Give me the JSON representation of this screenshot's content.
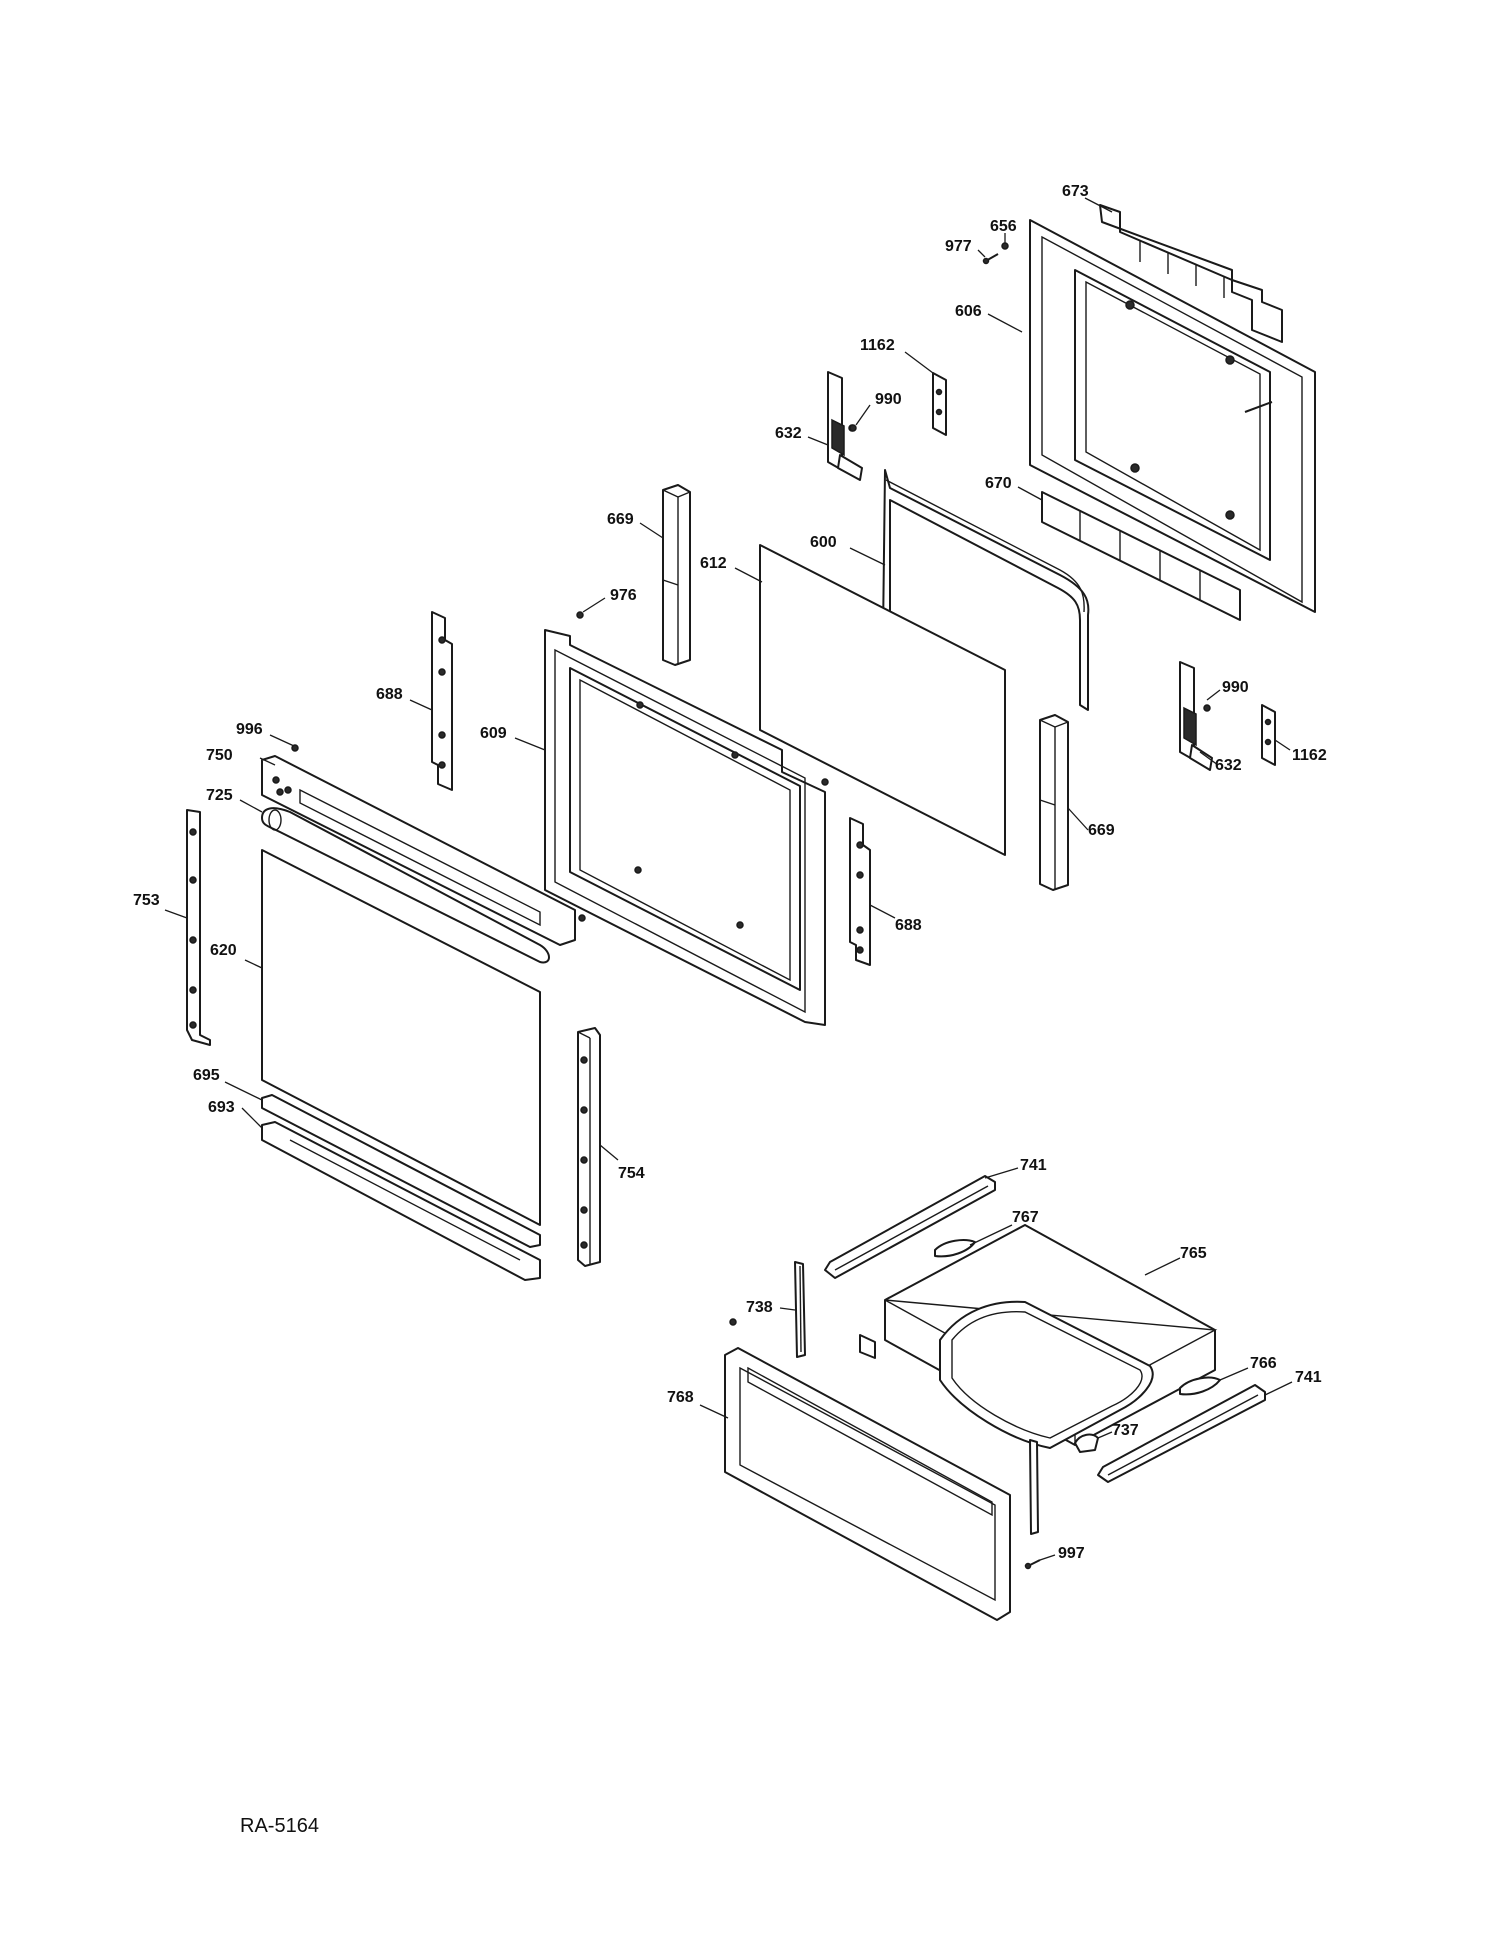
{
  "diagram": {
    "drawing_code": "RA-5164",
    "callouts": [
      {
        "id": "c673a",
        "label": "673"
      },
      {
        "id": "c656",
        "label": "656"
      },
      {
        "id": "c977",
        "label": "977"
      },
      {
        "id": "c606",
        "label": "606"
      },
      {
        "id": "c1162a",
        "label": "1162"
      },
      {
        "id": "c990a",
        "label": "990"
      },
      {
        "id": "c632a",
        "label": "632"
      },
      {
        "id": "c670",
        "label": "670"
      },
      {
        "id": "c669a",
        "label": "669"
      },
      {
        "id": "c600",
        "label": "600"
      },
      {
        "id": "c612",
        "label": "612"
      },
      {
        "id": "c976",
        "label": "976"
      },
      {
        "id": "c688a",
        "label": "688"
      },
      {
        "id": "c996",
        "label": "996"
      },
      {
        "id": "c750",
        "label": "750"
      },
      {
        "id": "c609",
        "label": "609"
      },
      {
        "id": "c725",
        "label": "725"
      },
      {
        "id": "c753",
        "label": "753"
      },
      {
        "id": "c620",
        "label": "620"
      },
      {
        "id": "c669b",
        "label": "669"
      },
      {
        "id": "c688b",
        "label": "688"
      },
      {
        "id": "c990b",
        "label": "990"
      },
      {
        "id": "c632b",
        "label": "632"
      },
      {
        "id": "c1162b",
        "label": "1162"
      },
      {
        "id": "c695",
        "label": "695"
      },
      {
        "id": "c693",
        "label": "693"
      },
      {
        "id": "c754",
        "label": "754"
      },
      {
        "id": "c741a",
        "label": "741"
      },
      {
        "id": "c767",
        "label": "767"
      },
      {
        "id": "c765",
        "label": "765"
      },
      {
        "id": "c738",
        "label": "738"
      },
      {
        "id": "c766",
        "label": "766"
      },
      {
        "id": "c741b",
        "label": "741"
      },
      {
        "id": "c768",
        "label": "768"
      },
      {
        "id": "c737",
        "label": "737"
      },
      {
        "id": "c997",
        "label": "997"
      }
    ]
  }
}
